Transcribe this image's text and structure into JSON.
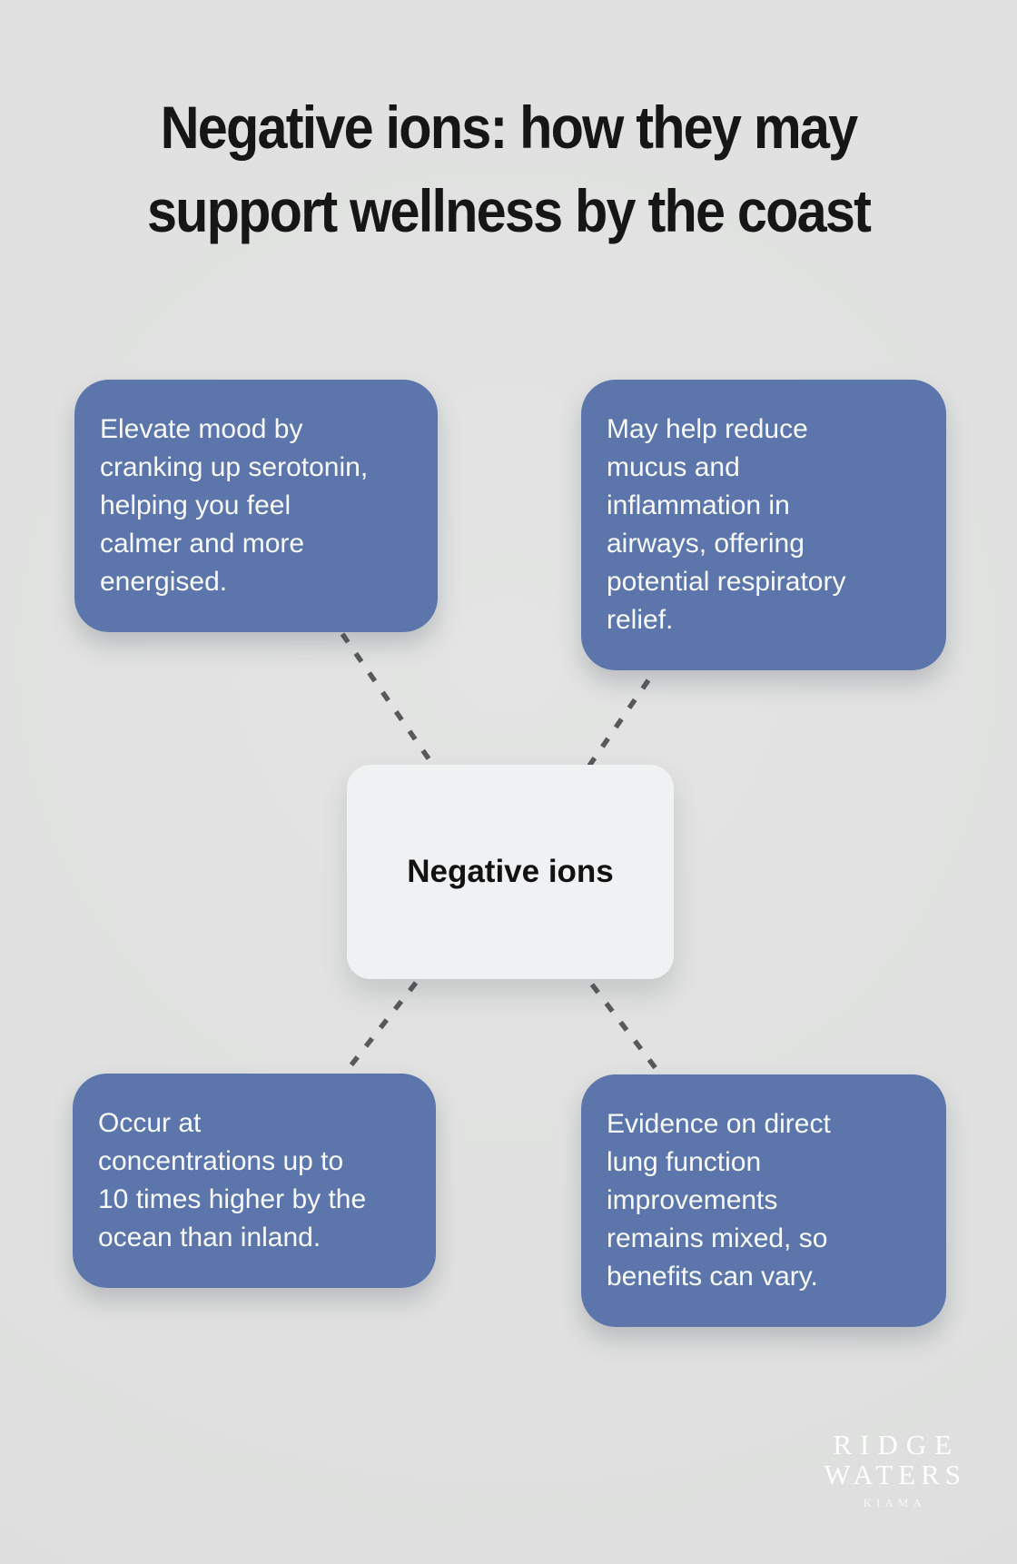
{
  "title": "Negative ions: how they may\nsupport wellness by the coast",
  "center": {
    "label": "Negative ions"
  },
  "nodes": [
    {
      "id": "mood",
      "text": "Elevate mood by\ncranking up serotonin,\nhelping you feel\ncalmer and more\nenergised."
    },
    {
      "id": "respiratory-relief",
      "text": "May help reduce\nmucus and\ninflammation in\nairways, offering\npotential respiratory\nrelief."
    },
    {
      "id": "coastal-concentration",
      "text": "Occur at\nconcentrations up to\n10 times higher by the\nocean than inland."
    },
    {
      "id": "mixed-evidence",
      "text": "Evidence on direct\nlung function\nimprovements\nremains mixed, so\nbenefits can vary."
    }
  ],
  "logo": {
    "line1": "RIDGE",
    "line2": "WATERS",
    "line3": "KIAMA"
  },
  "colors": {
    "page-bg": "#e0e1e0",
    "node-bg": "#5c76ab",
    "node-text": "#f7f9fb",
    "center-bg": "#f0f1f3",
    "title-text": "#161616",
    "connector": "#58595b",
    "logo-text": "#ffffff"
  }
}
